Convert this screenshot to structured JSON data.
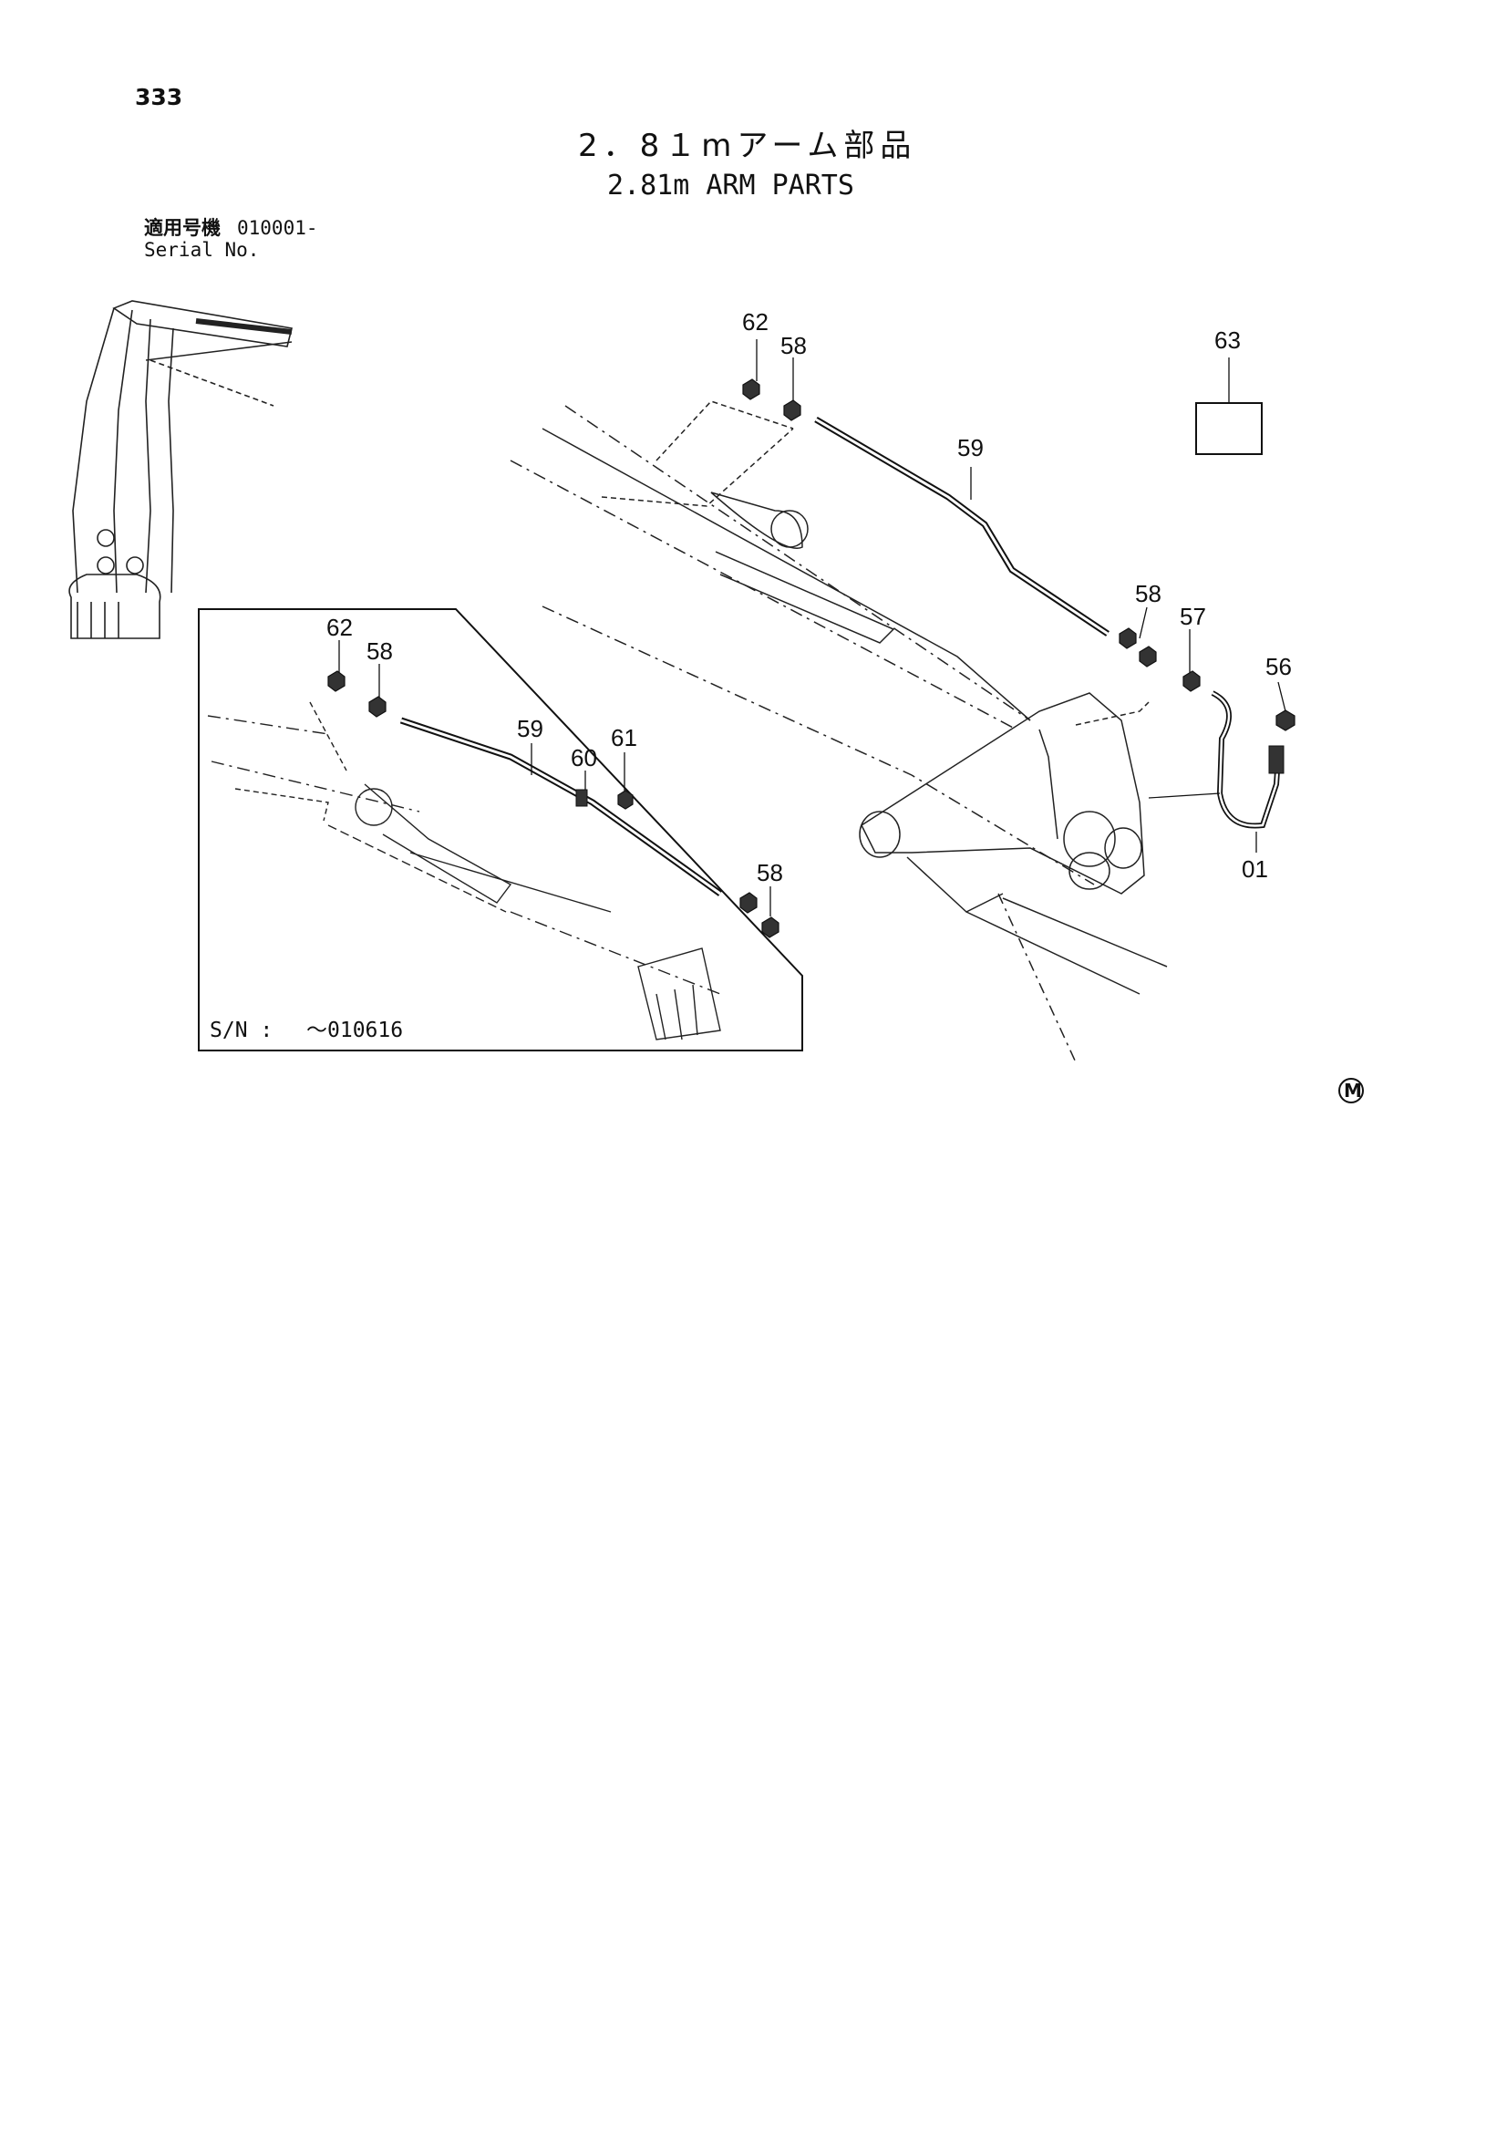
{
  "page": {
    "number": "333",
    "title_jp": "2．8１mアーム部品",
    "title_en": "2.81m ARM PARTS",
    "serial_label_jp": "適用号機",
    "serial_label_en": "Serial No.",
    "serial_range": "010001-"
  },
  "callouts": {
    "c62": "62",
    "c58a": "58",
    "c59": "59",
    "c63": "63",
    "c58b": "58",
    "c57": "57",
    "c56": "56",
    "c01": "01"
  },
  "inset": {
    "c62": "62",
    "c58a": "58",
    "c59": "59",
    "c60": "60",
    "c61": "61",
    "c58b": "58",
    "sn_label": "S/N :",
    "sn_value": "～010616"
  },
  "mark": "M"
}
